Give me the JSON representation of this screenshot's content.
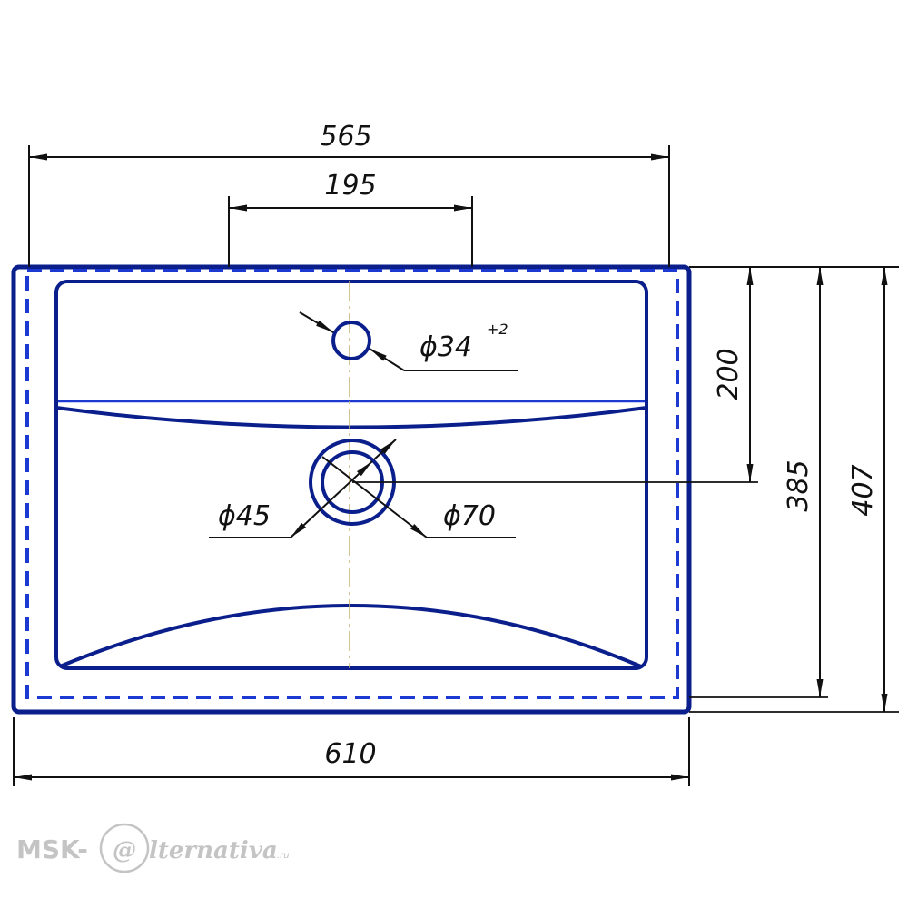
{
  "colors": {
    "outline": "#0a1f8c",
    "dash": "#1c3ad1",
    "dimension": "#111111",
    "centerline": "#c8b070",
    "watermark": "#c4c4c4"
  },
  "dimensions": {
    "width_top": "565",
    "faucet_spacing": "195",
    "faucet_hole": "ϕ34",
    "faucet_hole_tolerance": "+2",
    "height_to_drain": "200",
    "depth_inner": "385",
    "depth_total": "407",
    "drain_inner": "ϕ45",
    "drain_outer": "ϕ70",
    "width_total": "610"
  },
  "watermark": {
    "prefix": "MSK-",
    "symbol": "@",
    "suffix": "lternativa",
    "domain": ".ru"
  }
}
